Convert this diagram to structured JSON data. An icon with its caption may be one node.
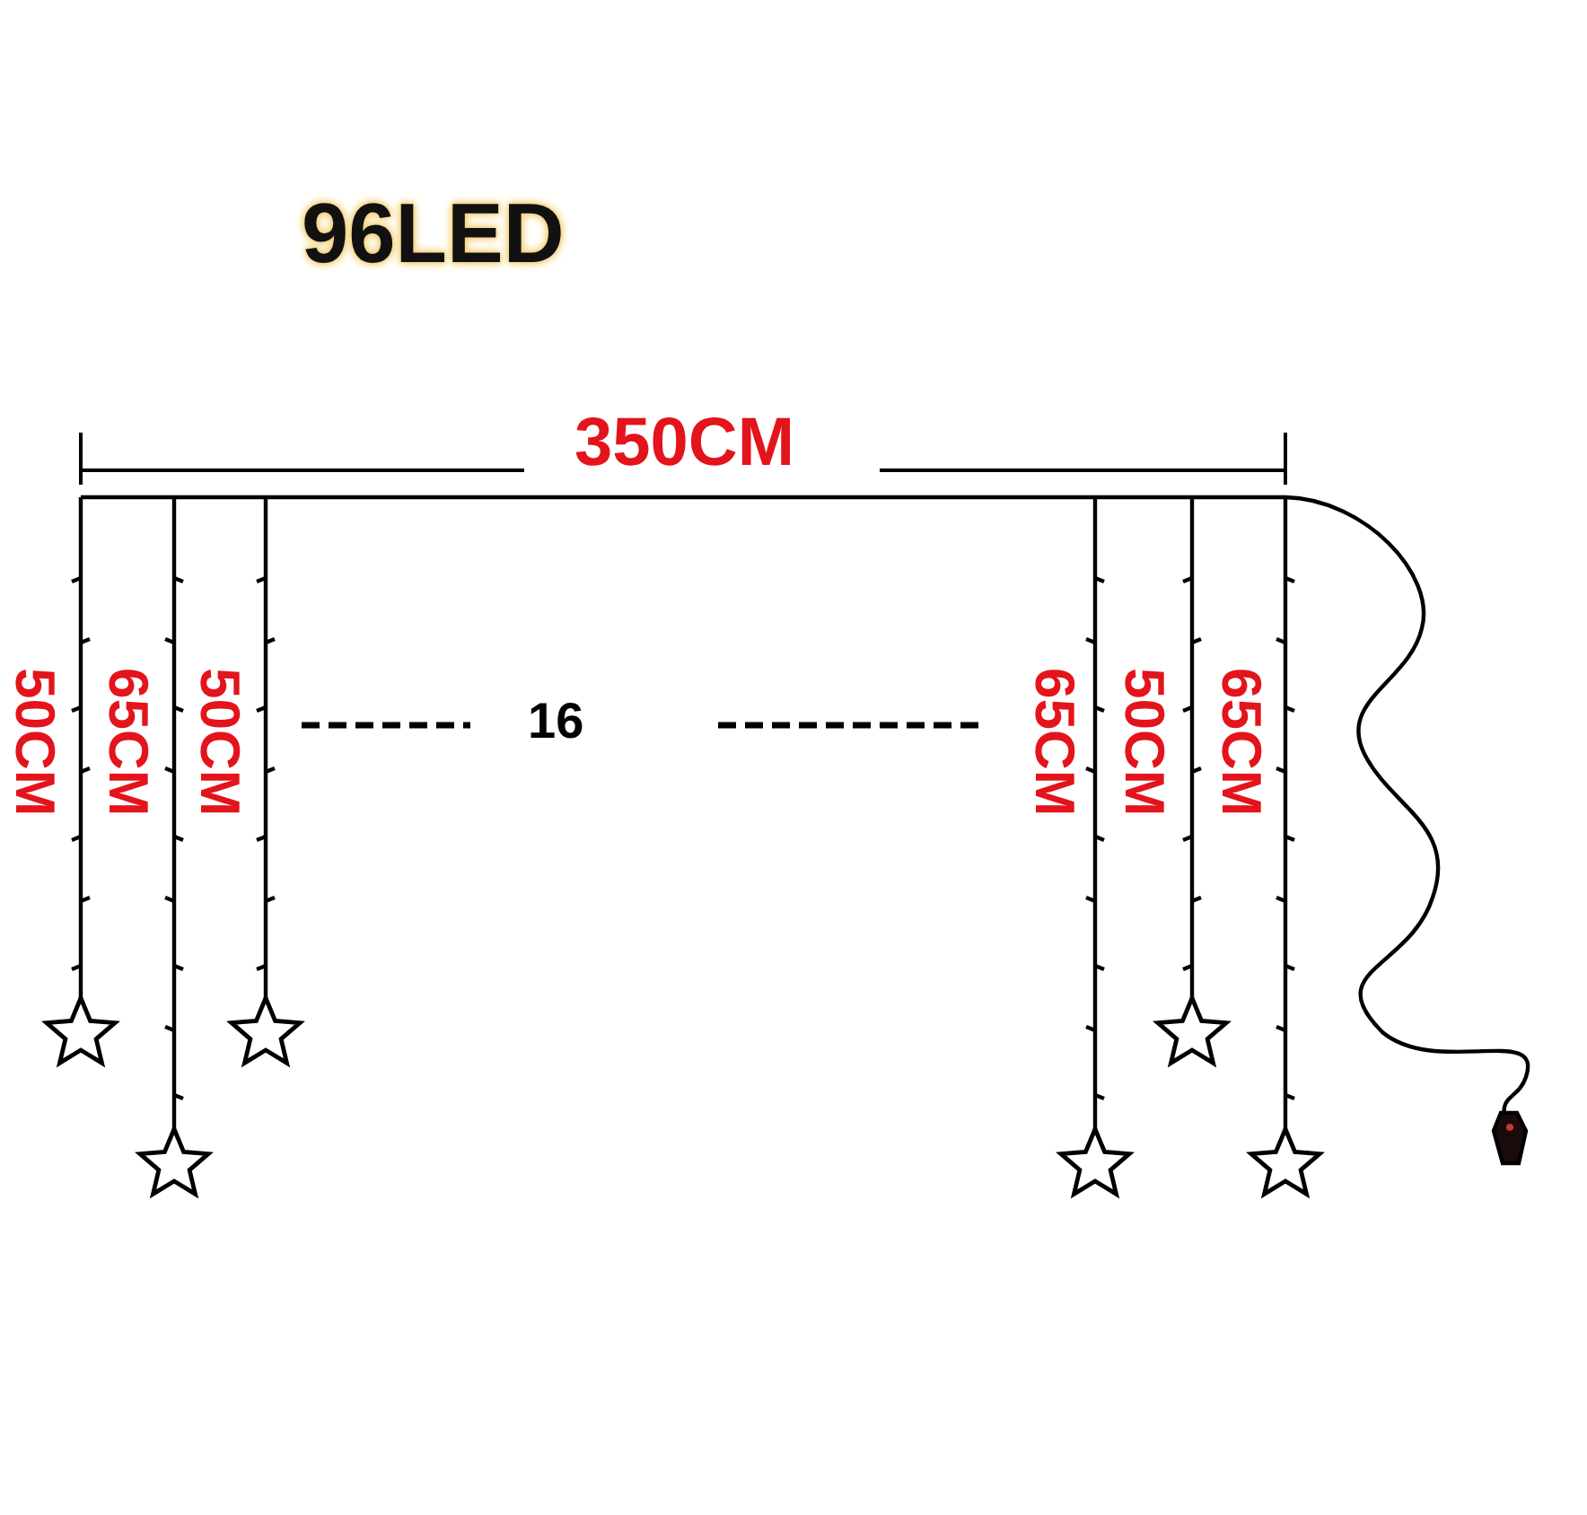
{
  "diagram": {
    "title": "96LED",
    "labels": [
      "350CM",
      "50CM",
      "65CM",
      "50CM",
      "16",
      "65CM",
      "50CM",
      "65CM"
    ]
  }
}
